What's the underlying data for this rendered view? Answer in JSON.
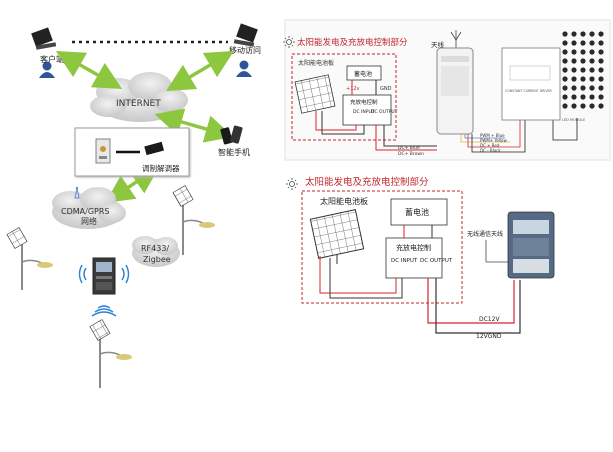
{
  "network": {
    "client_label": "客户端",
    "mobile_access_label": "移动访问",
    "internet_label": "INTERNET",
    "smartphone_label": "智能手机",
    "modem_label": "调制解调器",
    "cdma_gprs_label": "CDMA/GPRS",
    "network_label": "网络",
    "rf433_label": "RF433/",
    "zigbee_label": "Zigbee"
  },
  "diagram_top": {
    "title": "太阳能发电及充放电控制部分",
    "solar_panel_label": "太阳能电池板",
    "battery_label": "蓄电池",
    "controller_label": "充放电控制",
    "plus12v_label": "+12v",
    "gnd_label": "GND",
    "dc_input_label": "DC\nINPUT",
    "dc_output_label": "DC\nOUTPUT",
    "antenna_label": "天线",
    "dc_blue_label": "DC+ Blue",
    "dc_brown_label": "DC+ Brown",
    "pwm_blue_label": "PWM + Blue",
    "pwm_yellow_label": "PWM+ Yellow",
    "dc_red_label": "DC + Red",
    "dc_black_label": "DC - Black",
    "led_driver_label": "CONSTANT CURRENT DRIVER",
    "led_module_label": "LED MODULE"
  },
  "diagram_bottom": {
    "title": "太阳能发电及充放电控制部分",
    "solar_panel_label": "太阳能电池板",
    "battery_label": "蓄电池",
    "controller_label": "充放电控制",
    "dc_input_label": "DC\nINPUT",
    "dc_output_label": "DC\nOUTPUT",
    "antenna_label": "无线通信天线",
    "dc12v_label": "DC12V",
    "gnd_label": "12VGND"
  },
  "colors": {
    "arrow_green": "#8dc63f",
    "dash_red": "#c1272d",
    "wire_red": "#d9232d",
    "wire_dark": "#333333"
  }
}
